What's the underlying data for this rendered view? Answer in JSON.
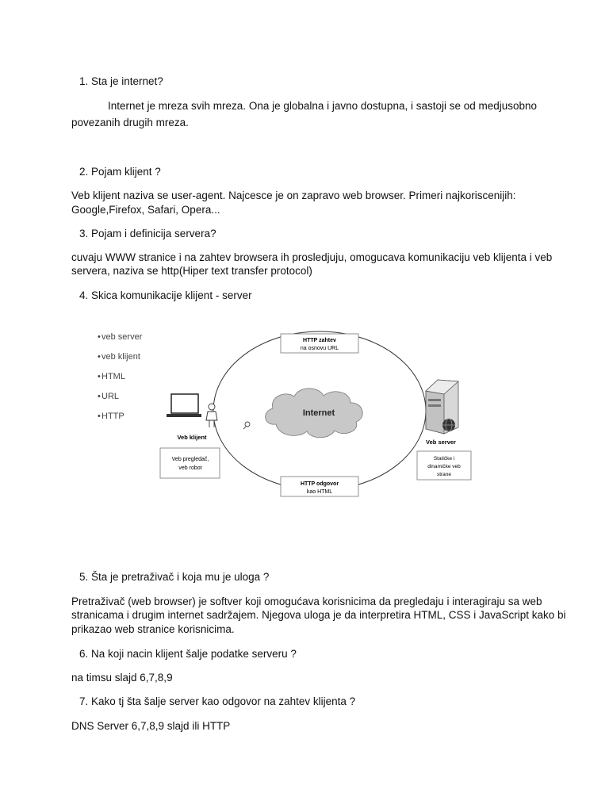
{
  "q1": {
    "title": "1. Sta je internet?",
    "line1": "Internet je mreza svih mreza. Ona je globalna i javno dostupna, i sastoji se od    medjusobno",
    "line2": "povezanih drugih mreza."
  },
  "q2": {
    "title": "2. Pojam klijent ?",
    "line1": "Veb klijent naziva se user-agent. Najcesce je on zapravo web browser. Primeri najkoriscenijih:",
    "line2": "Google,Firefox, Safari, Opera..."
  },
  "q3": {
    "title": "3. Pojam i definicija servera?",
    "line1": "cuvaju WWW stranice i na zahtev browsera ih prosledjuju, omogucava komunikaciju veb klijenta i veb",
    "line2": "servera, naziva se http(Hiper text transfer protocol)"
  },
  "q4": {
    "title": "4. Skica komunikacije klijent - server"
  },
  "diagram": {
    "bullets": [
      "veb server",
      "veb klijent",
      "HTML",
      "URL",
      "HTTP"
    ],
    "request_title": "HTTP zahtev",
    "request_sub": "na osnovu URL",
    "response_title": "HTTP odgovor",
    "response_sub": "kao HTML",
    "cloud_label": "Internet",
    "client_label": "Veb klijent",
    "client_box_1": "Veb pregledač,",
    "client_box_2": "veb robot",
    "server_label": "Veb server",
    "server_box_1": "Statičke i",
    "server_box_2": "dinamičke veb",
    "server_box_3": "strane"
  },
  "q5": {
    "title": "5. Šta je pretraživač i koja mu je uloga ?",
    "line1": "Pretraživač (web browser) je softver koji omogućava korisnicima da pregledaju i interagiraju sa web",
    "line2": "stranicama i drugim internet sadržajem. Njegova uloga je da interpretira HTML, CSS i JavaScript kako bi",
    "line3": "prikazao web stranice korisnicima."
  },
  "q6": {
    "title": "6. Na koji nacin klijent šalje podatke serveru ?",
    "line1": "na timsu slajd 6,7,8,9"
  },
  "q7": {
    "title": "7. Kako tj šta šalje server kao odgovor na zahtev klijenta ?",
    "line1": "DNS Server 6,7,8,9 slajd ili HTTP"
  }
}
